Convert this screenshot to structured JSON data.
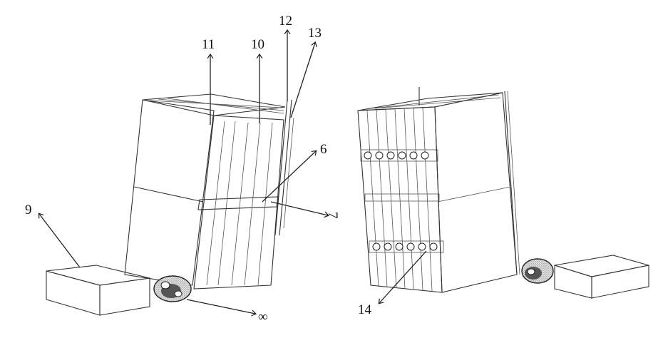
{
  "figure": {
    "labels": {
      "l9": "9",
      "l11": "11",
      "l10": "10",
      "l12": "12",
      "l13": "13",
      "l6": "6",
      "l7": "7",
      "l8": "∞",
      "l14": "14"
    }
  },
  "colors": {
    "ink": "#222222",
    "stipple": "#b8b8b8",
    "paper": "#ffffff"
  }
}
